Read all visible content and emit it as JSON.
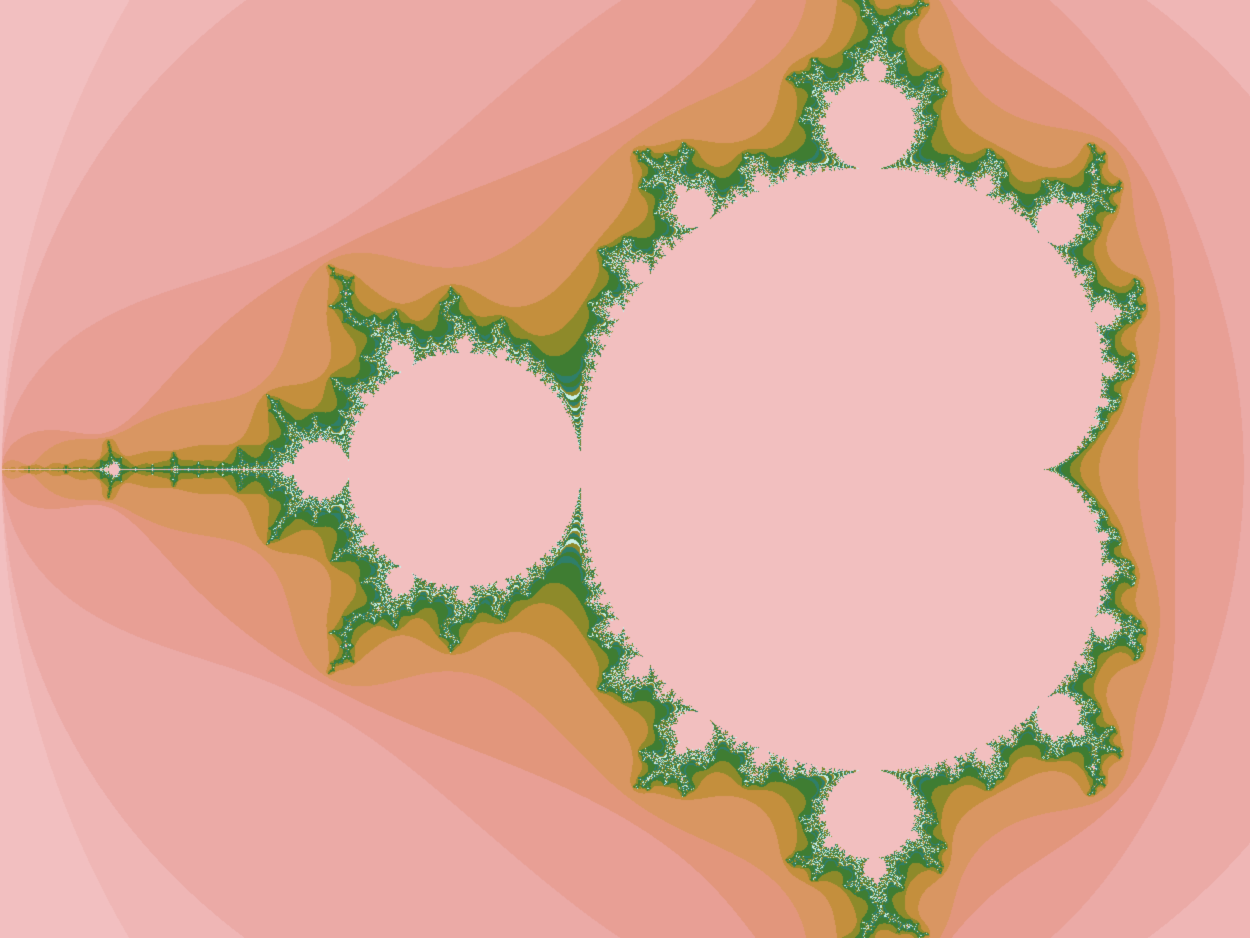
{
  "image": {
    "subject": "mandelbrot-set",
    "complex_plane": {
      "center_re": -0.653,
      "center_im": 0.0,
      "units_per_pixel": 0.00216,
      "max_iterations": 80
    },
    "colors": {
      "set_interior": "#f2bfbf",
      "background": "#f2bfc0",
      "band_1": "#efb6b5",
      "band_2": "#ebaaa6",
      "band_3": "#e89f95",
      "band_4": "#e2967c",
      "band_5": "#d99662",
      "band_6": "#c48f3d",
      "edge_olive": "#8e8a2a",
      "edge_green": "#3f7d32",
      "edge_teal": "#2f7f6a",
      "edge_light": "#c9f0e8"
    }
  }
}
